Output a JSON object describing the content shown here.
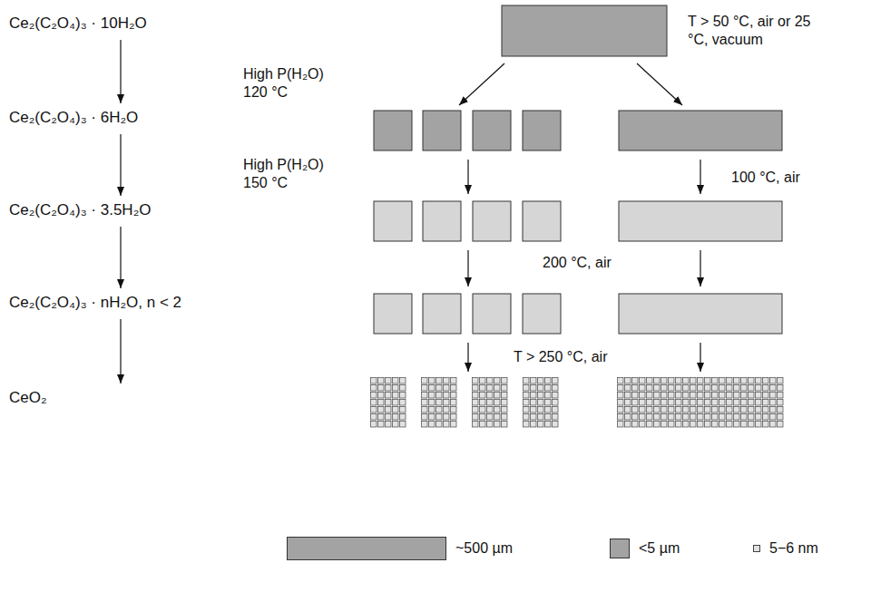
{
  "diagram": {
    "nodes": [
      {
        "text": [
          "Ce₂(C₂O₄)₃ · 10H₂O"
        ]
      },
      {
        "text": [
          "Ce₂(C₂O₄)₃ · 6H₂O"
        ]
      },
      {
        "text": [
          "Ce₂(C₂O₄)₃ · 3.5H₂O"
        ]
      },
      {
        "text": [
          "Ce₂(C₂O₄)₃ · nH₂O, n < 2"
        ]
      },
      {
        "text": [
          "CeO₂"
        ]
      }
    ],
    "edges": [
      {
        "from": 0,
        "to": 1,
        "arrow": "to"
      },
      {
        "from": 1,
        "to": 2,
        "arrow": "to"
      },
      {
        "from": 2,
        "to": 3,
        "arrow": "to"
      },
      {
        "from": 3,
        "to": 4,
        "arrow": "to"
      }
    ],
    "labels": [
      "High P(H₂O) 120 °C",
      "T > 50 °C, air or 25 °C, vacuum",
      "High P(H₂O) 150 °C",
      "100 °C, air",
      "200 °C, air",
      "T > 250 °C, air"
    ],
    "legend": [
      {
        "text": "~500 µm",
        "color": "#a3a3a3"
      },
      {
        "text": "<5 µm",
        "color": "#a3a3a3"
      },
      {
        "text": "5−6 nm"
      }
    ]
  }
}
